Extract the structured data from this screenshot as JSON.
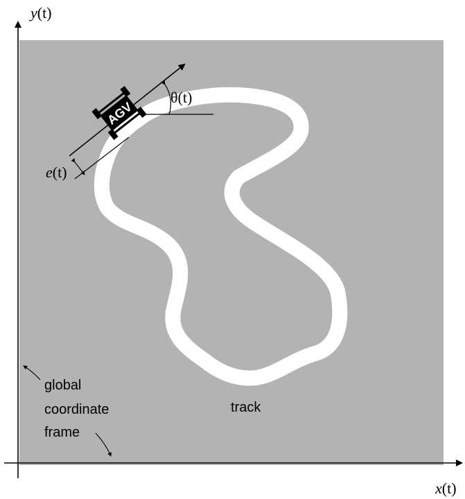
{
  "axes": {
    "y_label_var": "y",
    "y_label_arg": "(t)",
    "x_label_var": "x",
    "x_label_arg": "(t)"
  },
  "vehicle": {
    "label": "AGV"
  },
  "heading": {
    "symbol": "θ",
    "arg": "(t)"
  },
  "error": {
    "symbol": "e",
    "arg": "(t)"
  },
  "track": {
    "label": "track"
  },
  "frame": {
    "line1": "global",
    "line2": "coordinate",
    "line3": "frame"
  },
  "colors": {
    "field": "#b3b3b3",
    "track": "#ffffff",
    "vehicle": "#000000"
  }
}
